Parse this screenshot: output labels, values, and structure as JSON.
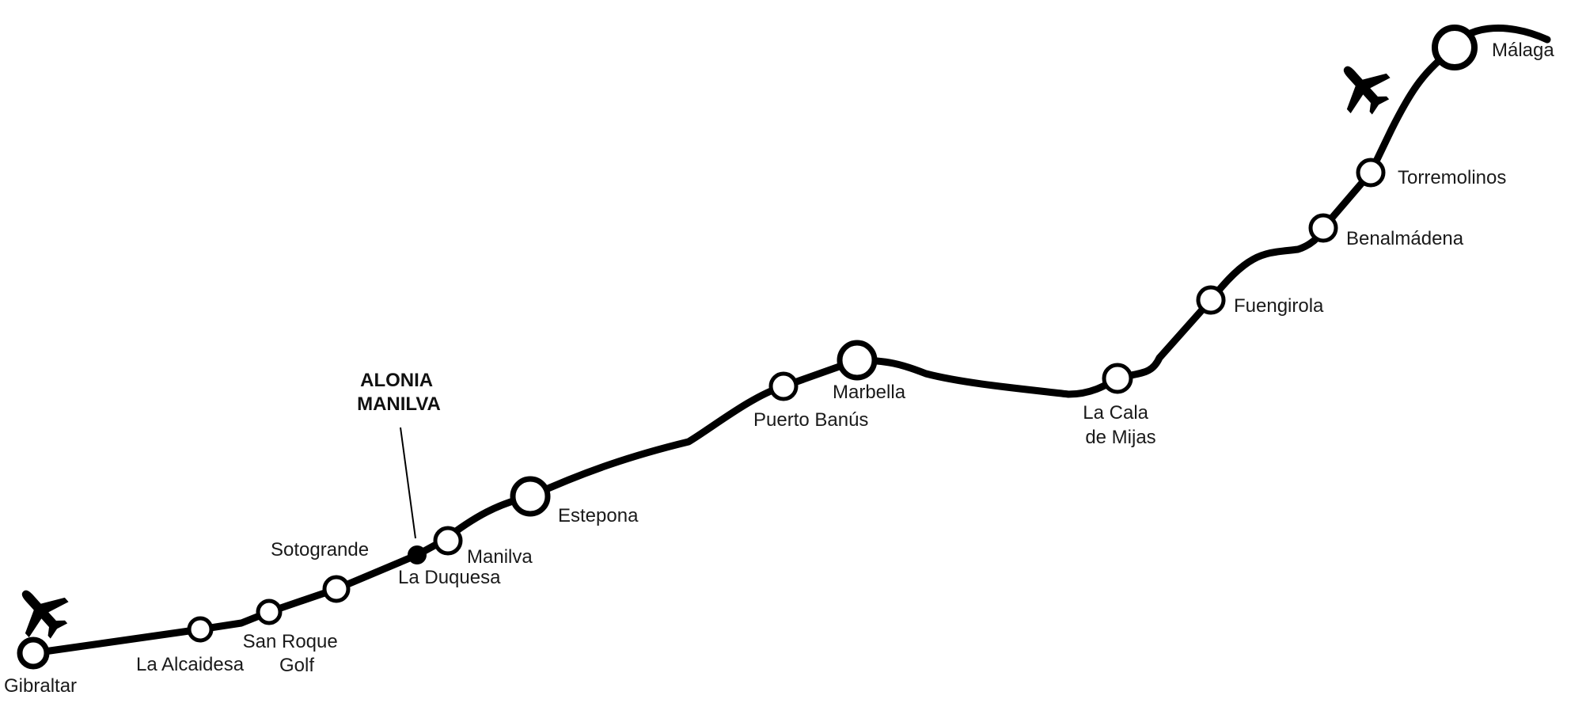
{
  "colors": {
    "line": "#000000",
    "station_fill": "#ffffff",
    "highlight": "#000000",
    "text": "#1a1a1a"
  },
  "stations": [
    {
      "id": "gibraltar",
      "label": [
        "Gibraltar"
      ],
      "size": "large",
      "airport": true
    },
    {
      "id": "la-alcaidesa",
      "label": [
        "La Alcaidesa"
      ],
      "size": "small",
      "airport": false
    },
    {
      "id": "san-roque-golf",
      "label": [
        "San Roque",
        "Golf"
      ],
      "size": "small",
      "airport": false
    },
    {
      "id": "sotogrande",
      "label": [
        "Sotogrande"
      ],
      "size": "small",
      "airport": false
    },
    {
      "id": "la-duquesa",
      "label": [
        "La Duquesa"
      ],
      "size": "highlight",
      "airport": false
    },
    {
      "id": "manilva",
      "label": [
        "Manilva"
      ],
      "size": "small",
      "airport": false
    },
    {
      "id": "estepona",
      "label": [
        "Estepona"
      ],
      "size": "large",
      "airport": false
    },
    {
      "id": "puerto-banus",
      "label": [
        "Puerto Banús"
      ],
      "size": "small",
      "airport": false
    },
    {
      "id": "marbella",
      "label": [
        "Marbella"
      ],
      "size": "large",
      "airport": false
    },
    {
      "id": "la-cala-de-mijas",
      "label": [
        "La Cala",
        "de Mijas"
      ],
      "size": "small",
      "airport": false
    },
    {
      "id": "fuengirola",
      "label": [
        "Fuengirola"
      ],
      "size": "small",
      "airport": false
    },
    {
      "id": "benalmadena",
      "label": [
        "Benalmádena"
      ],
      "size": "small",
      "airport": false
    },
    {
      "id": "torremolinos",
      "label": [
        "Torremolinos"
      ],
      "size": "small",
      "airport": false
    },
    {
      "id": "malaga",
      "label": [
        "Málaga"
      ],
      "size": "xlarge",
      "airport": false
    }
  ],
  "airports": [
    {
      "near": "Gibraltar",
      "icon": "airplane-icon"
    },
    {
      "near": "Málaga",
      "icon": "airplane-icon"
    }
  ],
  "callout": {
    "lines": [
      "ALONIA",
      "MANILVA"
    ],
    "points_to": "La Duquesa"
  }
}
